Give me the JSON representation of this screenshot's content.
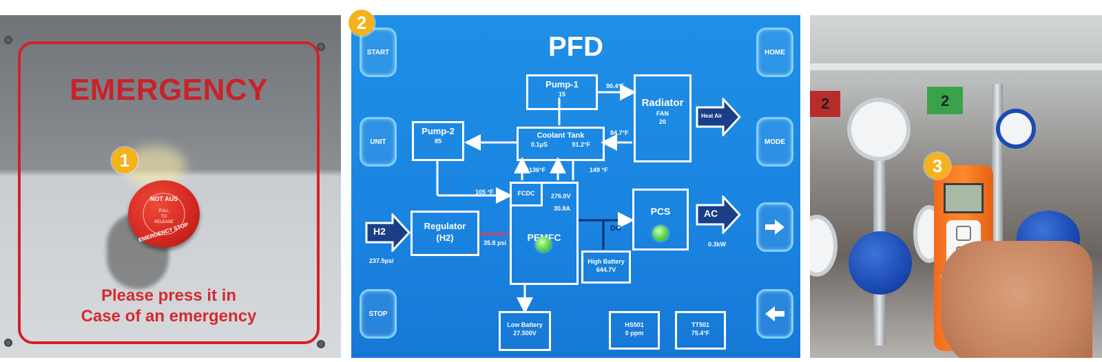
{
  "panel1": {
    "badge": "1",
    "title": "EMERGENCY",
    "button_text": {
      "line1": "NOT AUS",
      "line2": "PULL",
      "line3": "TO",
      "line4": "RELEASE",
      "line5": "EMERGENCY STOP"
    },
    "message": [
      "Please press it in",
      "Case of an emergency"
    ],
    "colors": {
      "frame": "#d61f26",
      "text": "#c8222a"
    }
  },
  "panel2": {
    "badge": "2",
    "title": "PFD",
    "left_buttons": [
      "START",
      "UNIT",
      "STOP"
    ],
    "right_buttons": [
      "HOME",
      "MODE"
    ],
    "nav_icons": [
      "arrow-right-icon",
      "arrow-left-icon"
    ],
    "blocks": {
      "pump1": {
        "name": "Pump-1",
        "value": "15"
      },
      "pump2": {
        "name": "Pump-2",
        "value": "85"
      },
      "radiator": {
        "name": "Radiator",
        "sub": "FAN",
        "value": "20"
      },
      "coolant": {
        "name": "Coolant Tank",
        "v1": "0.1μS",
        "v2": "91.2°F"
      },
      "regulator": {
        "name": "Regulator",
        "sub": "(H2)"
      },
      "fcdc": {
        "name": "FCDC"
      },
      "pemfc": {
        "name": "PEMFC",
        "v1": "276.0V",
        "v2": "30.8A"
      },
      "pcs": {
        "name": "PCS"
      },
      "high_battery": {
        "name": "High Battery",
        "value": "644.7V"
      },
      "low_battery": {
        "name": "Low Battery",
        "value": "27.500V"
      },
      "hs501": {
        "name": "HS501",
        "value": "0 ppm"
      },
      "tt501": {
        "name": "TT501",
        "value": "75.4°F"
      }
    },
    "flows": {
      "pump1_to_radiator": "90.4°F",
      "radiator_to_tank": "84.7°F",
      "tank_left": "136°F",
      "tank_right": "149 °F",
      "pump2_to_stack": "105 °F",
      "regulator_out": "35.8 psi",
      "h2_in": "237.5psi",
      "ac_out": "0.3kW",
      "dc_label": "DC"
    },
    "io": {
      "h2": "H2",
      "heat_air": "Heat Air",
      "ac": "AC"
    },
    "colors": {
      "background": "#1a84e0",
      "lines": "#ffffff",
      "led": "#5fd34a",
      "arrow_fill": "#1b3f86"
    }
  },
  "panel3": {
    "badge": "3",
    "tag_left": "2",
    "tag_right": "2",
    "colors": {
      "device": "#f26a1d",
      "knob": "#1b4bb3"
    }
  }
}
